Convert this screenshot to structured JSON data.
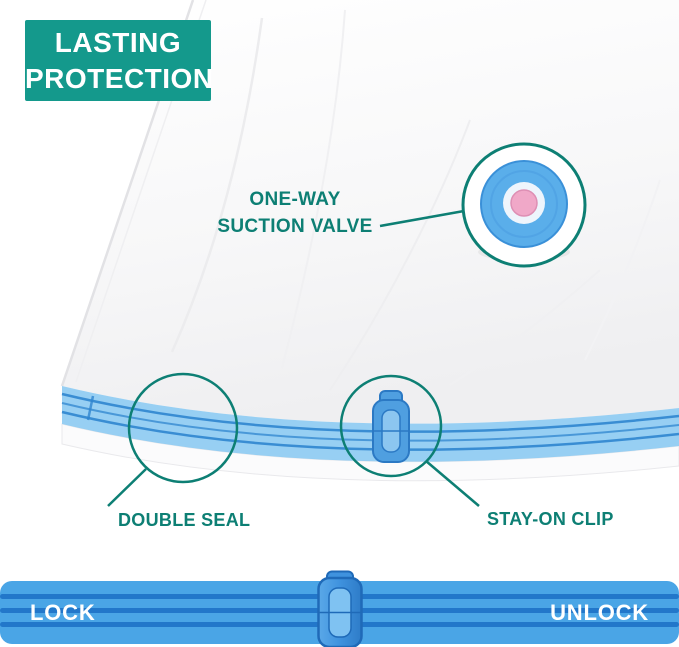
{
  "badge": {
    "line1": "LASTING",
    "line2": "PROTECTION"
  },
  "callouts": {
    "valve": {
      "line1": "ONE-WAY",
      "line2": "SUCTION VALVE"
    },
    "double_seal": {
      "label": "DOUBLE SEAL"
    },
    "stay_on_clip": {
      "label": "STAY-ON CLIP"
    }
  },
  "lock_bar": {
    "lock_label": "LOCK",
    "unlock_label": "UNLOCK"
  },
  "graphics": {
    "valve_icon": "one-way-suction-valve",
    "clip_icon": "stay-on-clip",
    "seal_icon": "double-seal-strip",
    "bag": "vacuum-storage-bag"
  },
  "colors": {
    "badge_teal": "#14998c",
    "label_teal": "#0d7f74",
    "seal_blue": "#8ecbf2",
    "seal_line_blue": "#2f85cf",
    "bar_blue": "#4aa5e6",
    "bar_stripe_blue": "#1e72c6",
    "clip_blue": "#3f92de",
    "valve_blue": "#5aaeea",
    "valve_pink": "#f0a8c8"
  }
}
